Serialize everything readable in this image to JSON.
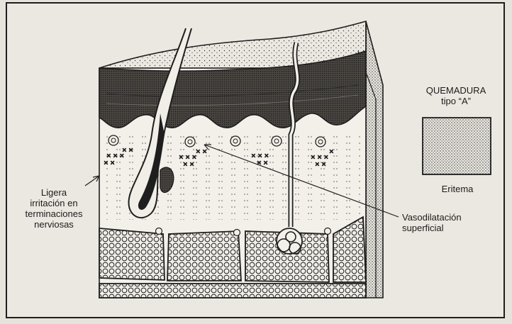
{
  "labels": {
    "irritacion": "Ligera\nirritación en\nterminaciones\nnerviosas",
    "vasodilatacion": "Vasodilatación\nsuperficial",
    "quemadura_title": "QUEMADURA",
    "quemadura_tipo": "tipo “A”",
    "eritema": "Eritema"
  },
  "colors": {
    "ink": "#1b1b1b",
    "paper": "#ebe8e1",
    "shade": "#6a6560"
  }
}
